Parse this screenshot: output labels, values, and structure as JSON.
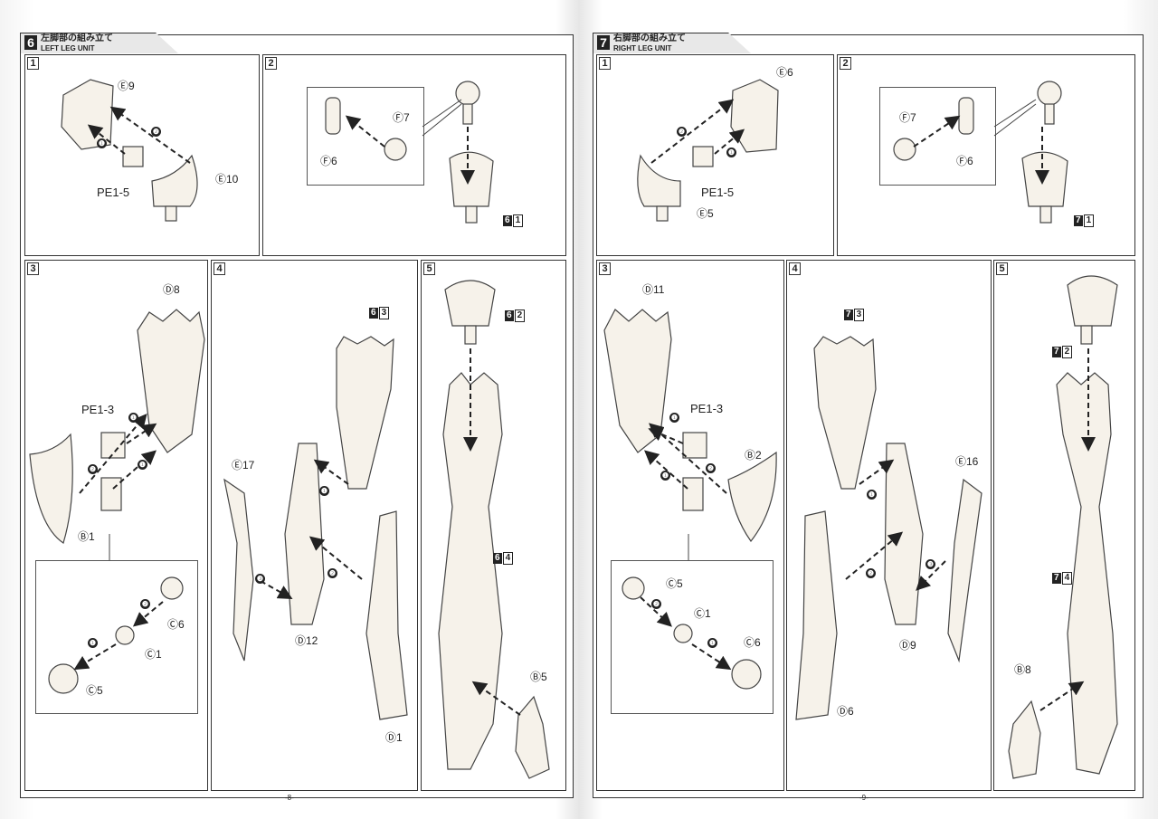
{
  "left_page": {
    "section_number": "6",
    "title_jp": "左脚部の組み立て",
    "title_en": "LEFT LEG UNIT",
    "page_number": "-8-",
    "panels": [
      {
        "number": "1",
        "labels": [
          "Ⓔ9",
          "PE1-5",
          "Ⓔ10"
        ],
        "steps": [
          "❶",
          "❷"
        ]
      },
      {
        "number": "2",
        "labels": [
          "Ⓕ7",
          "Ⓕ6"
        ],
        "ref": {
          "section": "6",
          "step": "1"
        }
      },
      {
        "number": "3",
        "labels": [
          "Ⓓ8",
          "PE1-3",
          "Ⓑ1",
          "Ⓒ6",
          "Ⓒ1",
          "Ⓒ5"
        ],
        "steps": [
          "❶",
          "❶",
          "❷",
          "❷",
          "❶"
        ]
      },
      {
        "number": "4",
        "labels": [
          "Ⓔ17",
          "Ⓓ12",
          "Ⓓ1"
        ],
        "ref": {
          "section": "6",
          "step": "3"
        },
        "steps": [
          "❶",
          "❷",
          "❸"
        ]
      },
      {
        "number": "5",
        "labels": [
          "Ⓑ5"
        ],
        "ref": {
          "section": "6",
          "step": "2"
        },
        "ref2": {
          "section": "6",
          "step": "4"
        }
      }
    ]
  },
  "right_page": {
    "section_number": "7",
    "title_jp": "右脚部の組み立て",
    "title_en": "RIGHT LEG UNIT",
    "page_number": "-9-",
    "panels": [
      {
        "number": "1",
        "labels": [
          "Ⓔ6",
          "PE1-5",
          "Ⓔ5"
        ],
        "steps": [
          "❶",
          "❷"
        ]
      },
      {
        "number": "2",
        "labels": [
          "Ⓕ7",
          "Ⓕ6"
        ],
        "ref": {
          "section": "7",
          "step": "1"
        }
      },
      {
        "number": "3",
        "labels": [
          "Ⓓ11",
          "PE1-3",
          "Ⓑ2",
          "Ⓒ5",
          "Ⓒ1",
          "Ⓒ6"
        ],
        "steps": [
          "❶",
          "❶",
          "❷",
          "❷",
          "❶"
        ]
      },
      {
        "number": "4",
        "labels": [
          "Ⓔ16",
          "Ⓓ6",
          "Ⓓ9"
        ],
        "ref": {
          "section": "7",
          "step": "3"
        },
        "steps": [
          "❶",
          "❷",
          "❸"
        ]
      },
      {
        "number": "5",
        "labels": [
          "Ⓑ8"
        ],
        "ref": {
          "section": "7",
          "step": "2"
        },
        "ref2": {
          "section": "7",
          "step": "4"
        }
      }
    ]
  }
}
